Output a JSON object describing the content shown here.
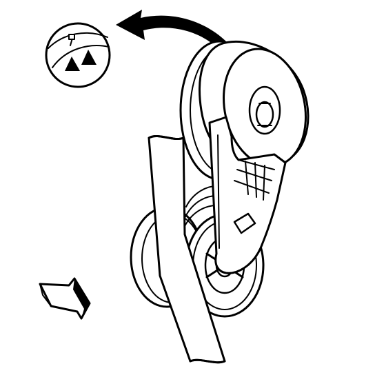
{
  "figure": {
    "kind": "line-art illustration",
    "subject": "belt-tensioner-assembly",
    "colors": {
      "ink": "#000000",
      "paper": "#ffffff"
    }
  },
  "callouts": [
    {
      "id": "rotation-arrow",
      "icon": "curved-arrow-counterclockwise-icon"
    },
    {
      "id": "alignment-marks-detail",
      "icon": "magnified-circle-icon"
    },
    {
      "id": "direction-arrow",
      "icon": "block-arrow-icon"
    }
  ]
}
